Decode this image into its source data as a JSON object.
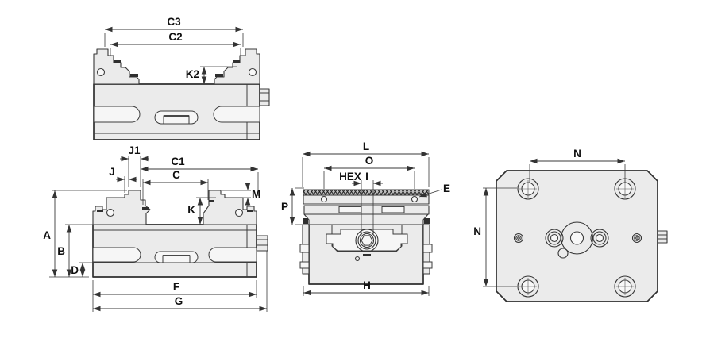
{
  "drawing": {
    "title": "self-centering vise technical drawing",
    "colors": {
      "background": "#ffffff",
      "body_fill": "#ebebeb",
      "line": "#2f2f2f",
      "dimension": "#3a3a3a",
      "text": "#101010"
    },
    "views": {
      "front_open": {
        "labels": {
          "c3": "C3",
          "c2": "C2",
          "k2": "K2"
        }
      },
      "front_dimensioned": {
        "labels": {
          "j1": "J1",
          "c1": "C1",
          "j": "J",
          "c": "C",
          "m": "M",
          "k": "K",
          "a": "A",
          "b": "B",
          "d": "D",
          "f": "F",
          "g": "G"
        }
      },
      "side": {
        "labels": {
          "l": "L",
          "o": "O",
          "hex": "HEX",
          "i": "I",
          "e": "E",
          "p": "P",
          "h": "H"
        }
      },
      "base": {
        "labels": {
          "n_horizontal": "N",
          "n_vertical": "N"
        }
      }
    }
  }
}
